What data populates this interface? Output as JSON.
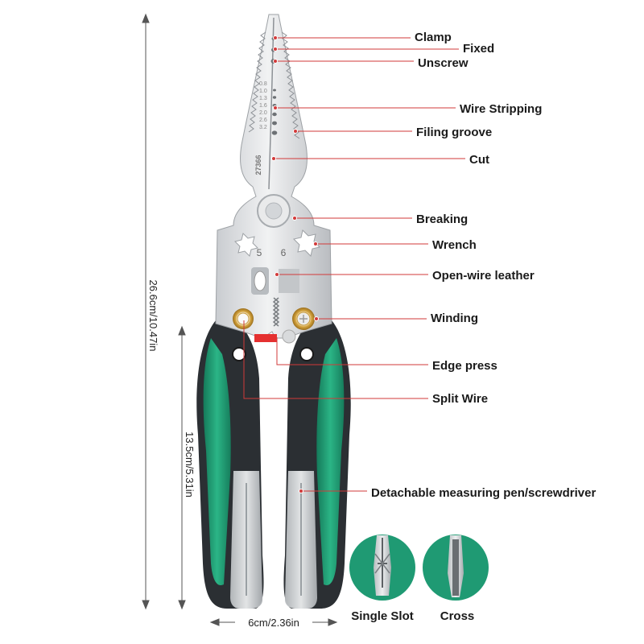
{
  "dimensions": {
    "total_length": "26.6cm/10.47in",
    "handle_length": "13.5cm/5.31in",
    "width": "6cm/2.36in"
  },
  "features": [
    "Clamp",
    "Fixed",
    "Unscrew",
    "Wire Stripping",
    "Filing groove",
    "Cut",
    "Breaking",
    "Wrench",
    "Open-wire leather",
    "Winding",
    "Edge press",
    "Split Wire",
    "Detachable measuring pen/screwdriver"
  ],
  "tool_markings": {
    "model_number": "27366",
    "wrench_size_left": "5",
    "wrench_size_right": "6"
  },
  "screwdriver_tips": {
    "left_label": "Single Slot",
    "right_label": "Cross"
  },
  "colors": {
    "handle_green": "#1f9a73",
    "handle_dark": "#2b2f33",
    "leader_line": "#d23a3a",
    "steel": "#d6d9dc",
    "tip_background": "#1f9a73"
  }
}
